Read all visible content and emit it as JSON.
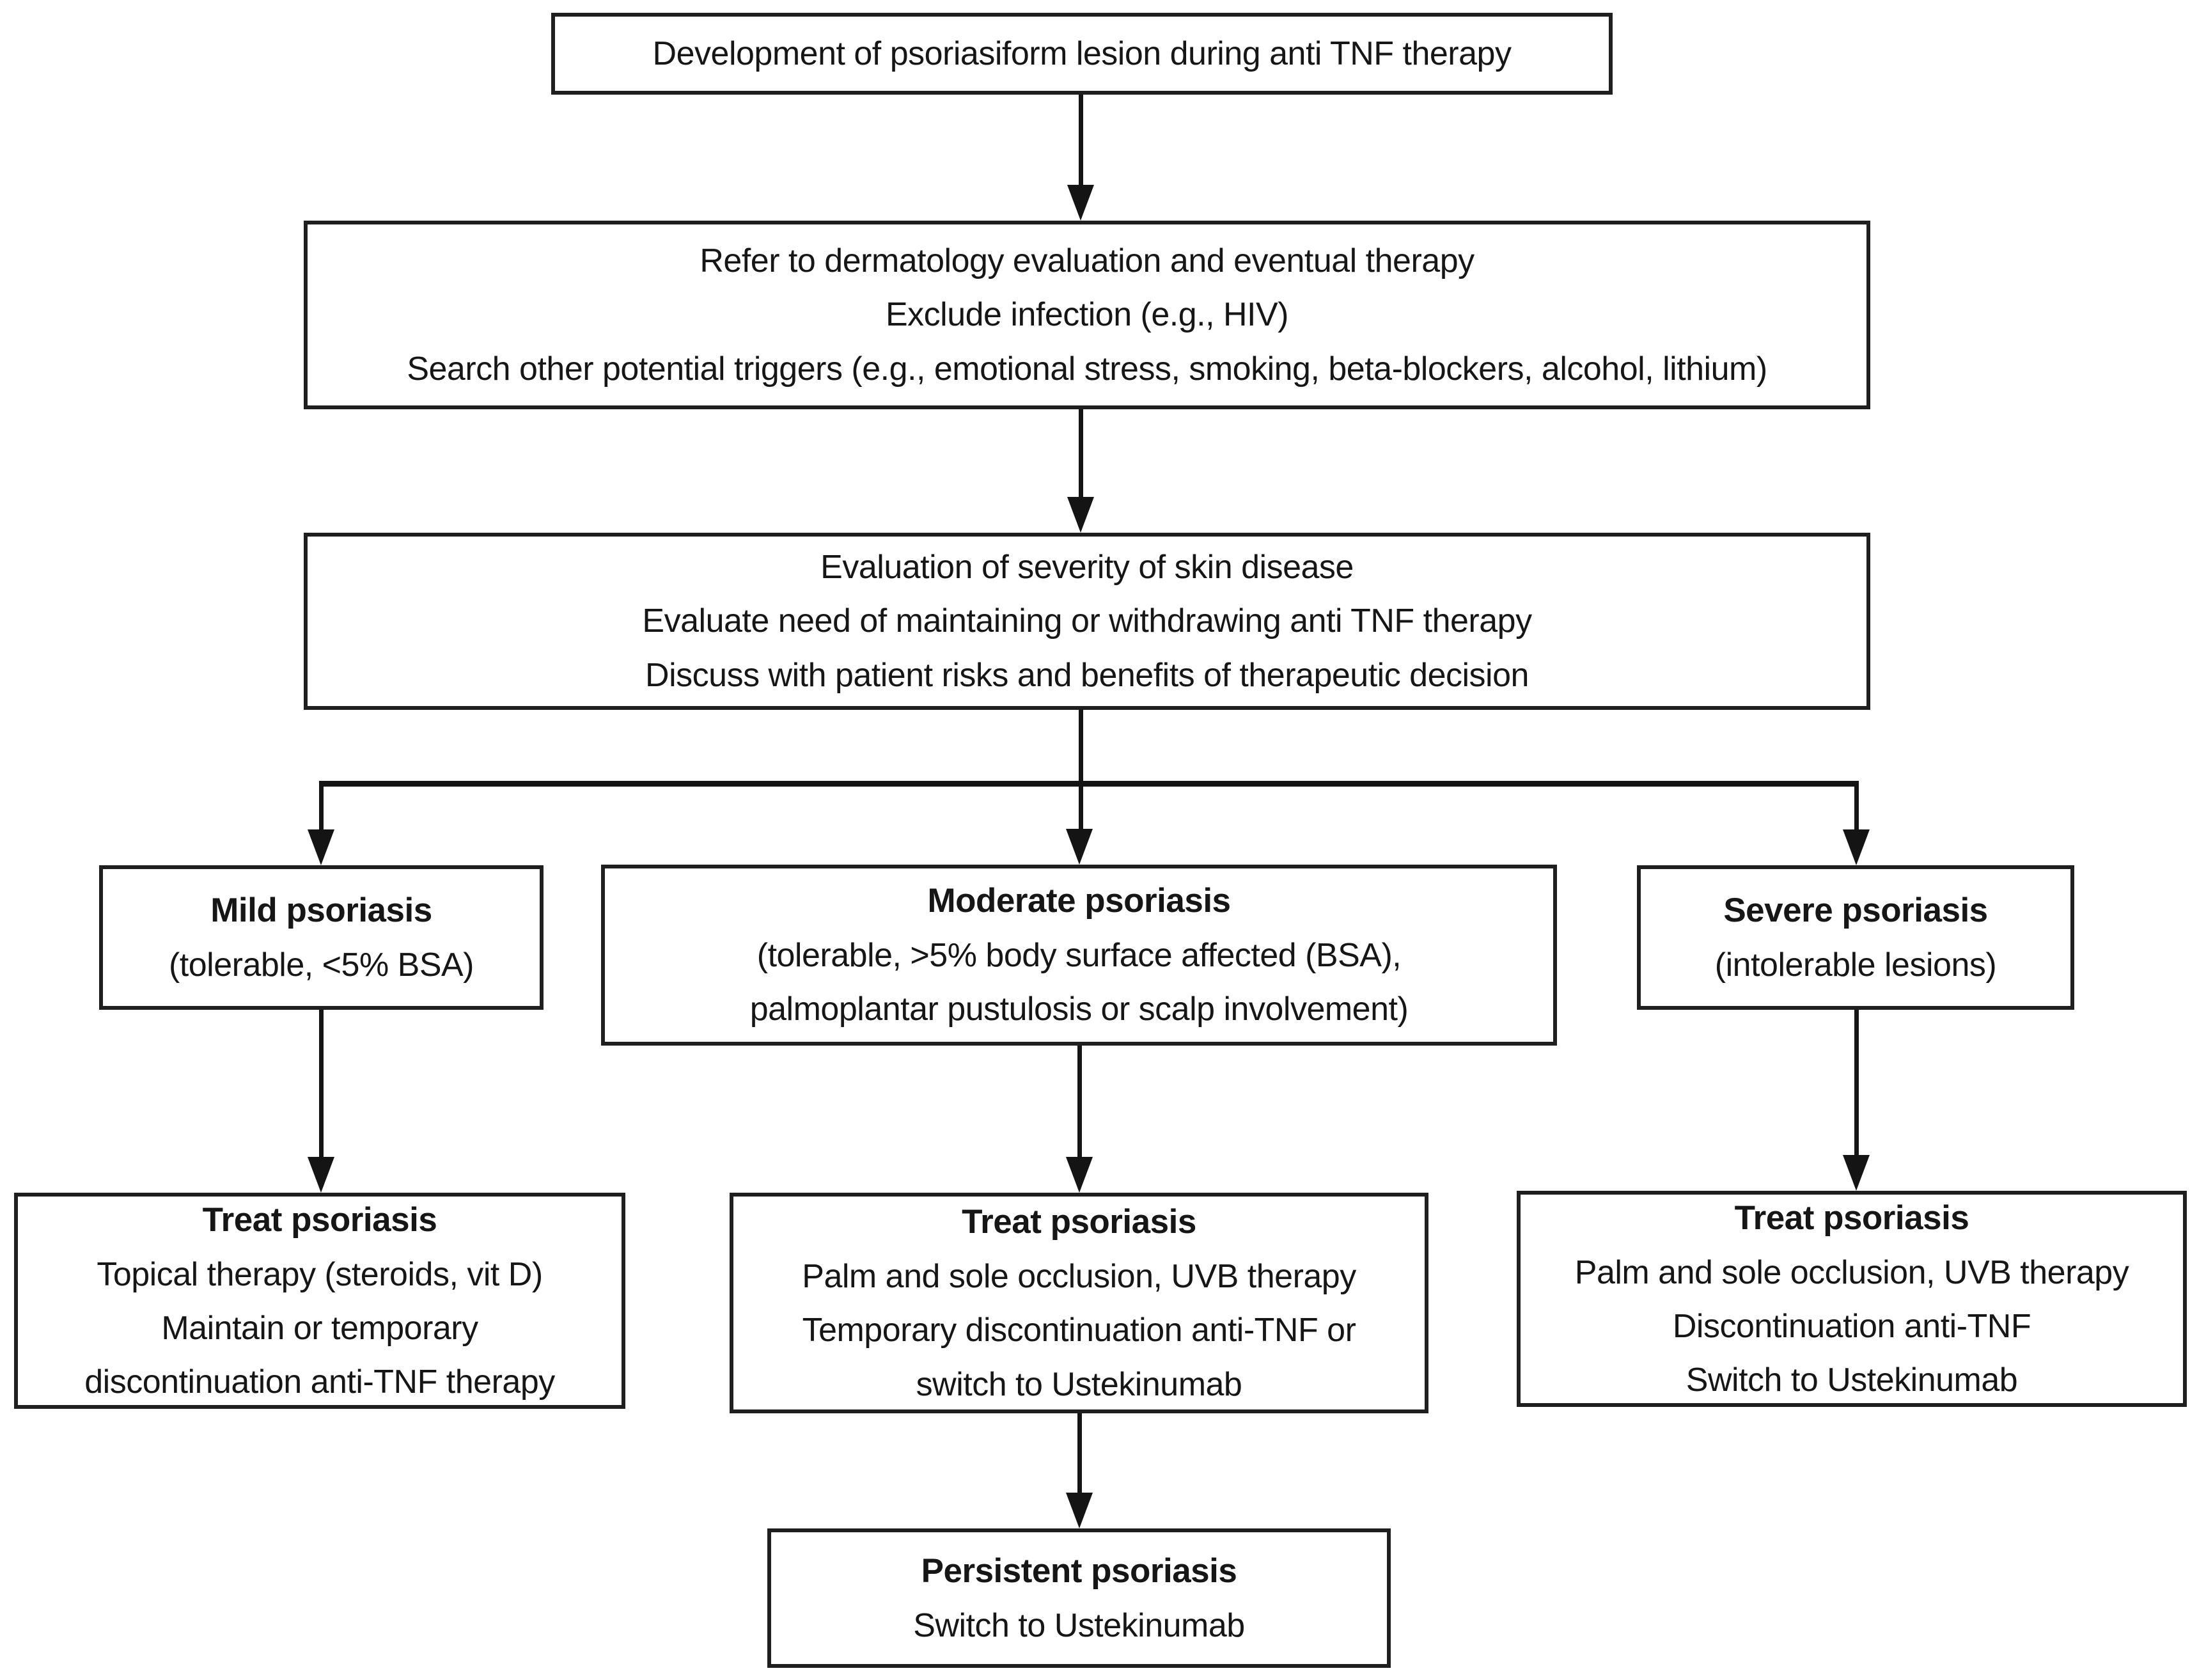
{
  "diagram": {
    "background_color": "#ffffff",
    "line_color": "#141414",
    "border_color": "#1f1f1f",
    "text_color": "#161616",
    "nodes": {
      "development": {
        "lines": [
          "Development of psoriasiform lesion during anti TNF therapy"
        ]
      },
      "referral": {
        "lines": [
          "Refer to dermatology evaluation and eventual therapy",
          "Exclude infection (e.g., HIV)",
          "Search other potential triggers (e.g., emotional stress, smoking, beta-blockers, alcohol, lithium)"
        ]
      },
      "evaluation": {
        "lines": [
          "Evaluation of severity of skin disease",
          "Evaluate need of maintaining or withdrawing anti TNF therapy",
          "Discuss with patient risks and benefits of therapeutic decision"
        ]
      },
      "mild": {
        "title": "Mild psoriasis",
        "lines": [
          "(tolerable, <5% BSA)"
        ]
      },
      "moderate": {
        "title": "Moderate psoriasis",
        "lines": [
          "(tolerable, >5% body surface affected (BSA),",
          "palmoplantar pustulosis or scalp involvement)"
        ]
      },
      "severe": {
        "title": "Severe psoriasis",
        "lines": [
          "(intolerable lesions)"
        ]
      },
      "treat_mild": {
        "title": "Treat psoriasis",
        "lines": [
          "Topical therapy (steroids, vit D)",
          "Maintain or temporary",
          "discontinuation anti-TNF therapy"
        ]
      },
      "treat_moderate": {
        "title": "Treat psoriasis",
        "lines": [
          "Palm and sole occlusion, UVB therapy",
          "Temporary discontinuation anti-TNF or",
          "switch to Ustekinumab"
        ]
      },
      "treat_severe": {
        "title": "Treat psoriasis",
        "lines": [
          "Palm and sole occlusion, UVB therapy",
          "Discontinuation anti-TNF",
          "Switch to Ustekinumab"
        ]
      },
      "persistent": {
        "title": "Persistent psoriasis",
        "lines": [
          "Switch to Ustekinumab"
        ]
      }
    }
  }
}
